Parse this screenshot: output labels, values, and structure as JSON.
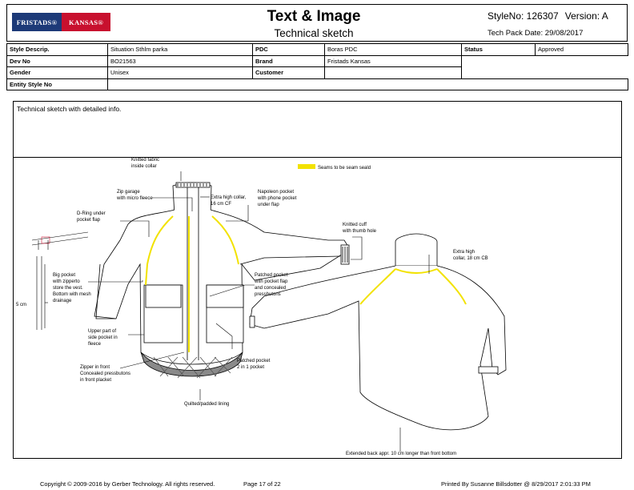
{
  "brand": {
    "logo_left": "FRISTADS®",
    "logo_right": "KANSAS®"
  },
  "header": {
    "title": "Text & Image",
    "subtitle": "Technical sketch",
    "style_no": "StyleNo: 126307",
    "version": "Version: A",
    "tech_pack_date": "Tech Pack Date: 29/08/2017"
  },
  "info": {
    "style_descrip_label": "Style Descrip.",
    "style_descrip_value": "Situation Sthlm parka",
    "pdc_label": "PDC",
    "pdc_value": "Boras PDC",
    "status_label": "Status",
    "status_value": "Approved",
    "dev_no_label": "Dev No",
    "dev_no_value": "BO21563",
    "brand_label": "Brand",
    "brand_value": "Fristads Kansas",
    "gender_label": "Gender",
    "gender_value": "Unisex",
    "customer_label": "Customer",
    "customer_value": "",
    "entity_label": "Entity Style No",
    "entity_value": ""
  },
  "sketch": {
    "note": "Technical sketch with detailed info.",
    "legend": "Seams to be seam seald",
    "colors": {
      "seam": "#f2e200",
      "lining": "#8a8a8a"
    },
    "annotations": {
      "knitted_collar": [
        "Knitted fabric",
        "inside collar"
      ],
      "zip_garage": [
        "Zip garage",
        "with micro fleece"
      ],
      "extra_high_collar_front": [
        "Extra high collar,",
        "16 cm CF"
      ],
      "napoleon_pocket": [
        "Napoleon pocket",
        "with phone pocket",
        "under flap"
      ],
      "d_ring": [
        "D-Ring under",
        "pocket flap"
      ],
      "knitted_cuff": [
        "Knitted cuff",
        "with thumb hole"
      ],
      "extra_high_collar_back": [
        "Extra high",
        "collar, 18 cm CB"
      ],
      "big_pocket": [
        "Big pocket",
        "with zipperto",
        "store the vest.",
        "Bottom with mesh",
        "drainage"
      ],
      "patched_pocket_flap": [
        "Patched pocket",
        "with pocket flap",
        "and concealed",
        "pressbutons"
      ],
      "five_cm": [
        "5 cm"
      ],
      "upper_side_pocket": [
        "Upper part of",
        "side pocket in",
        "fleece"
      ],
      "patched_pocket_2in1": [
        "Patched pocket",
        "2 in 1 pocket"
      ],
      "zipper_front": [
        "Zipper in front",
        "Concealed pressbutons",
        "in front placket"
      ],
      "quilted_lining": [
        "Quilted/padded lining"
      ],
      "extended_back": [
        "Extended back appr. 10 cm longer than front bottom"
      ]
    }
  },
  "footer": {
    "copyright": "Copyright © 2009-2016 by Gerber Technology. All rights reserved.",
    "page": "Page 17 of 22",
    "printed_by": "Printed By Susanne Billsdotter @ 8/29/2017 2:01:33 PM"
  }
}
